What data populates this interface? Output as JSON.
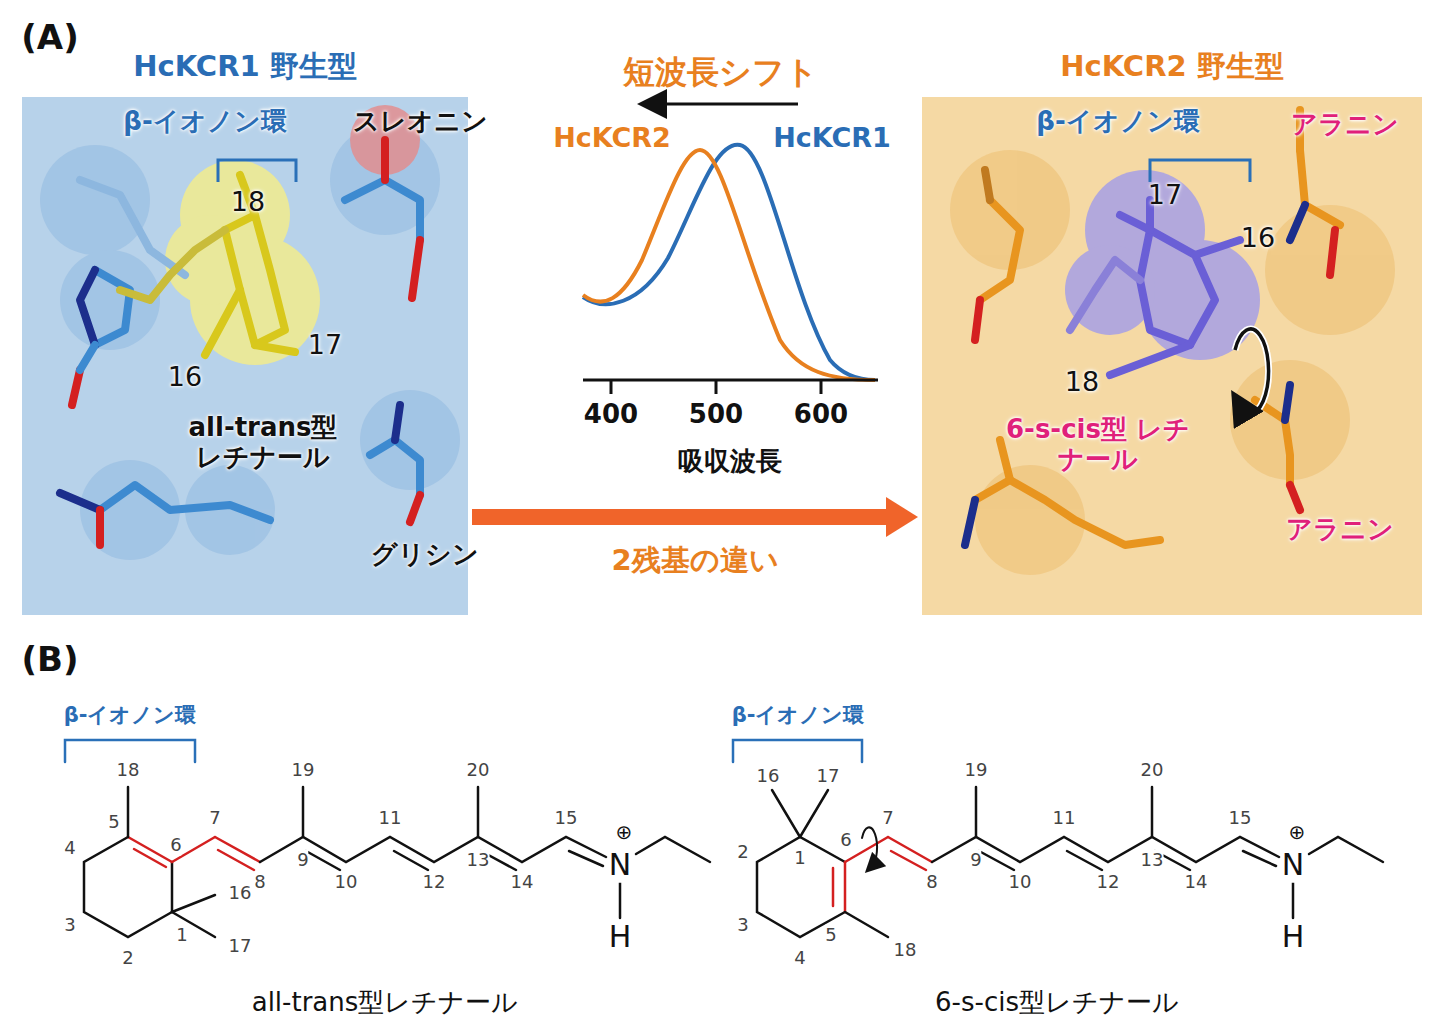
{
  "diagram": {
    "nodes": [
      {
        "text": [
          "HcKCR1 野生型"
        ]
      },
      {
        "text": [
          "HcKCR2 野生型"
        ]
      }
    ],
    "edges": [
      {
        "from": 0,
        "to": 1,
        "arrow": "to",
        "label": "2残基の違い"
      }
    ],
    "labels": [
      "(A)",
      "短波長シフト",
      "HcKCR2",
      "HcKCR1",
      "400",
      "500",
      "600",
      "吸収波長",
      "β-イオノン環",
      "スレオニン",
      "18",
      "17",
      "16",
      "all-trans型 レチナール",
      "グリシン",
      "β-イオノン環",
      "アラニン",
      "17",
      "16",
      "18",
      "6-s-cis型 レチナール",
      "アラニン",
      "(B)",
      "β-イオノン環",
      "β-イオノン環",
      "18",
      "5",
      "6",
      "7",
      "8",
      "19",
      "9",
      "10",
      "11",
      "12",
      "13",
      "20",
      "14",
      "15",
      "4",
      "3",
      "2",
      "1",
      "16",
      "17",
      "⊕",
      "N",
      "H",
      "16",
      "17",
      "1",
      "2",
      "3",
      "4",
      "5",
      "6",
      "7",
      "8",
      "19",
      "9",
      "10",
      "11",
      "12",
      "20",
      "13",
      "14",
      "15",
      "18",
      "⊕",
      "N",
      "H",
      "all-trans型レチナール",
      "6-s-cis型レチナール"
    ]
  }
}
